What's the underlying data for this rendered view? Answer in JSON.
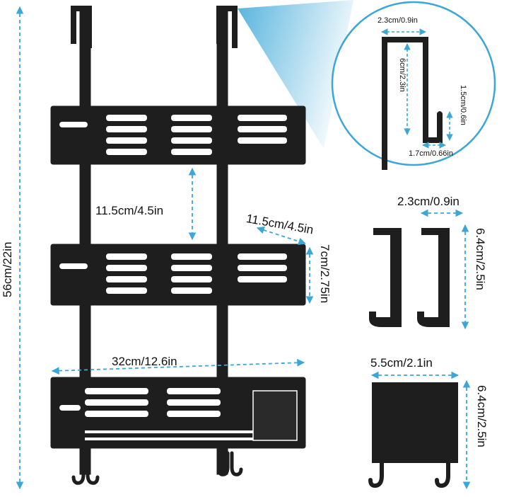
{
  "colors": {
    "product": "#1e1e1e",
    "dimension_line": "#3aa7d8",
    "zoom_ring": "#3aa7d8",
    "background": "#ffffff"
  },
  "labels": {
    "total_height": "56cm/22in",
    "shelf_gap": "11.5cm/4.5in",
    "shelf_depth": "11.5cm/4.5in",
    "shelf_height": "7cm/2.75in",
    "shelf_width": "32cm/12.6in",
    "hook_top_width": "2.3cm/0.9in",
    "hook_drop": "6cm/2.3in",
    "hook_lip": "1.5cm/0.6in",
    "hook_gap": "1.7cm/0.66in",
    "small_hook_width": "2.3cm/0.9in",
    "small_hook_height": "6.4cm/2.5in",
    "wide_hook_width": "5.5cm/2.1in",
    "wide_hook_height": "6.4cm/2.5in"
  }
}
